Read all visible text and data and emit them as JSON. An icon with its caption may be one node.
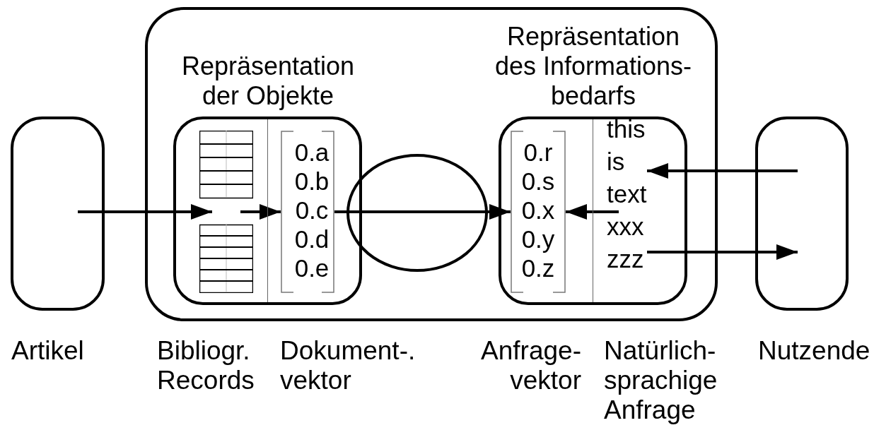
{
  "diagram": {
    "nodes": [
      {
        "text": [],
        "shape": "box",
        "beside": [
          "Artikel"
        ]
      },
      {
        "text": [],
        "shape": "box"
      },
      {
        "text": [
          "Repräsentation der Objekte"
        ],
        "in": 1
      },
      {
        "text": [],
        "shape": "picture",
        "in": 2,
        "beside": [
          "Bibliogr. Records"
        ]
      },
      {
        "text": [
          "0.a",
          "0.b",
          "0.c",
          "0.d",
          "0.e"
        ],
        "in": 2,
        "beside": [
          "Dokument-. vektor"
        ]
      },
      {
        "text": [
          "Repräsentation des Informations- bedarfs"
        ],
        "in": 1
      },
      {
        "text": [
          "0.r",
          "0.s",
          "0.x",
          "0.y",
          "0.z"
        ],
        "in": 5,
        "beside": [
          "Anfrage- vektor"
        ]
      },
      {
        "text": [
          "this",
          "is",
          "text",
          "xxx",
          "zzz"
        ],
        "in": 5,
        "beside": [
          "Natürlich- sprachige Anfrage"
        ]
      },
      {
        "text": [],
        "shape": "box",
        "beside": [
          "Nutzende"
        ]
      }
    ],
    "edges": [
      {
        "from": 0,
        "to": 3,
        "arrow": "to"
      },
      {
        "from": 3,
        "to": 4,
        "arrow": "to"
      },
      {
        "from": 4,
        "to": 6,
        "arrow": "to"
      },
      {
        "from": 7,
        "to": 6,
        "arrow": "to"
      },
      {
        "from": 8,
        "to": 7,
        "arrow": "to"
      },
      {
        "from": 7,
        "to": 8,
        "arrow": "to"
      }
    ]
  }
}
